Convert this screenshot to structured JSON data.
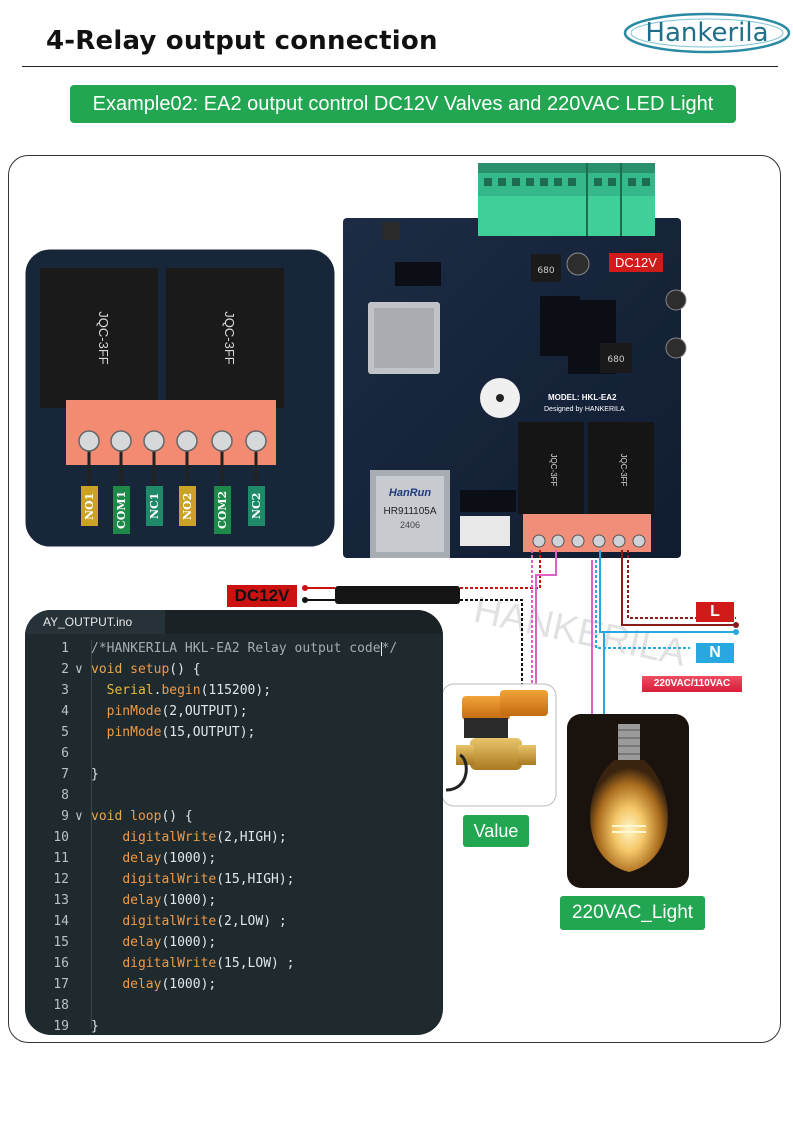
{
  "header": {
    "title": "4-Relay output connection",
    "brand": "Hankerila"
  },
  "banner": {
    "text": "Example02: EA2 output control DC12V  Valves and 220VAC LED Light"
  },
  "board": {
    "power_tag": "DC12V",
    "module_text": "MODEL: HKL-EA2",
    "designer_text": "Designed by HANKERILA",
    "ethernet_brand": "HanRun",
    "ethernet_part": "HR911105A",
    "ethernet_code": "2406",
    "inductor_marking": "680",
    "relay_marking": "JQC-3FF"
  },
  "relay_zoom": {
    "relay_marking": "JQC-3FF",
    "terminals": [
      "NO1",
      "COM1",
      "NC1",
      "NO2",
      "COM2",
      "NC2"
    ],
    "terminal_colors": [
      "#c9a227",
      "#1e8a4a",
      "#1e8a6a",
      "#c9a227",
      "#1e8a4a",
      "#1e8a6a"
    ]
  },
  "wiring": {
    "dc_label": "DC12V",
    "line_label": "L",
    "neutral_label": "N",
    "supply_label": "220VAC/110VAC",
    "watermark": "HANKERILA",
    "colors": {
      "positive": "#cc1111",
      "negative": "#111111",
      "line": "#8b1a1a",
      "neutral": "#2aa7df",
      "lamp": "#e060c8"
    }
  },
  "loads": {
    "valve_label": "Value",
    "light_label": "220VAC_Light"
  },
  "code": {
    "filename": "AY_OUTPUT.ino",
    "lines": [
      {
        "n": "1",
        "text": "/*HANKERILA HKL-EA2 Relay output code*/"
      },
      {
        "n": "2",
        "text": "void setup() {"
      },
      {
        "n": "3",
        "text": "  Serial.begin(115200);"
      },
      {
        "n": "4",
        "text": "  pinMode(2,OUTPUT);"
      },
      {
        "n": "5",
        "text": "  pinMode(15,OUTPUT);"
      },
      {
        "n": "6",
        "text": ""
      },
      {
        "n": "7",
        "text": "}"
      },
      {
        "n": "8",
        "text": ""
      },
      {
        "n": "9",
        "text": "void loop() {"
      },
      {
        "n": "10",
        "text": "    digitalWrite(2,HIGH);"
      },
      {
        "n": "11",
        "text": "    delay(1000);"
      },
      {
        "n": "12",
        "text": "    digitalWrite(15,HIGH);"
      },
      {
        "n": "13",
        "text": "    delay(1000);"
      },
      {
        "n": "14",
        "text": "    digitalWrite(2,LOW) ;"
      },
      {
        "n": "15",
        "text": "    delay(1000);"
      },
      {
        "n": "16",
        "text": "    digitalWrite(15,LOW) ;"
      },
      {
        "n": "17",
        "text": "    delay(1000);"
      },
      {
        "n": "18",
        "text": ""
      },
      {
        "n": "19",
        "text": "}"
      }
    ]
  }
}
